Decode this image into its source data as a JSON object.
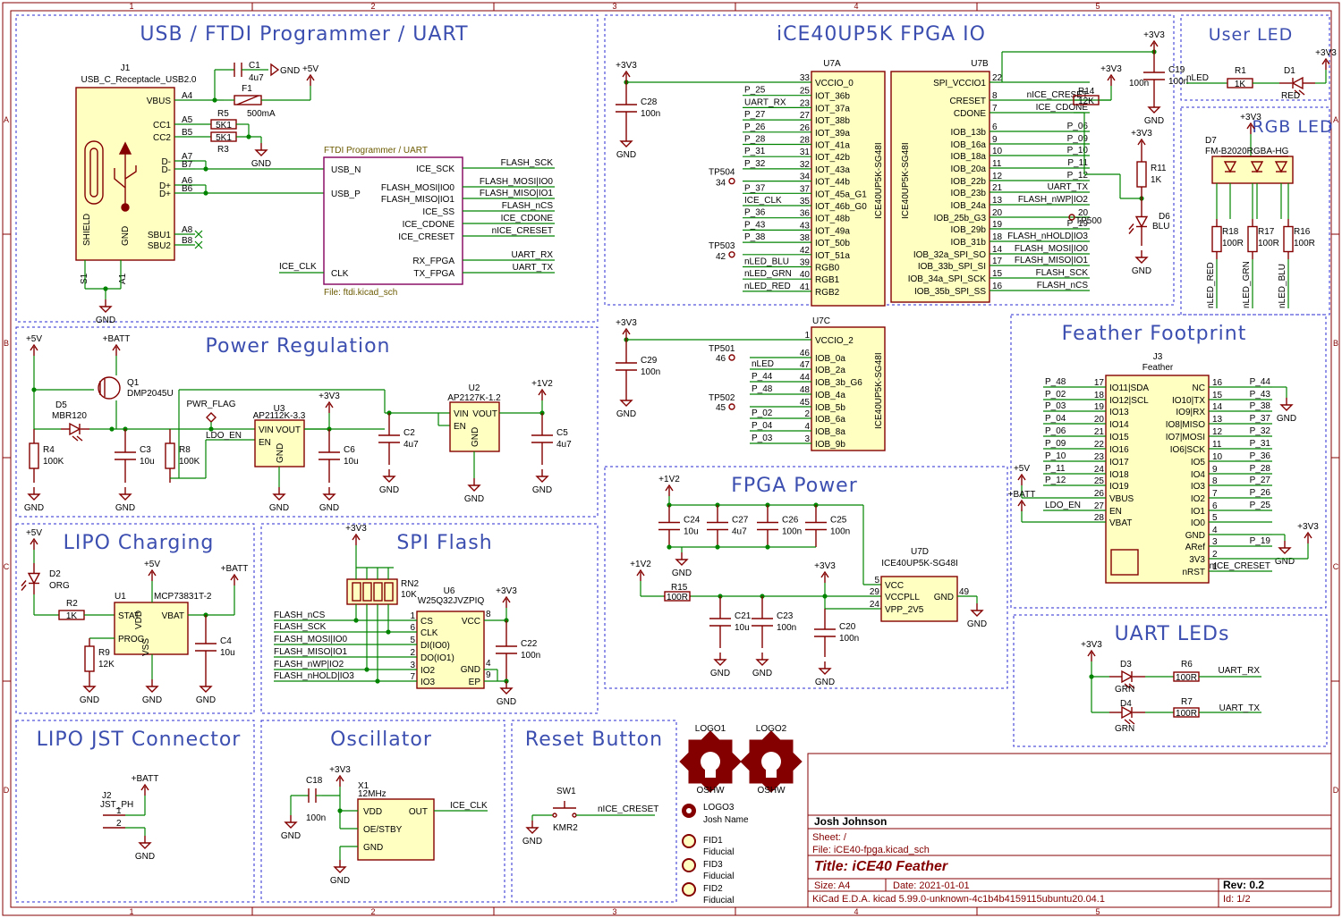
{
  "sections": {
    "usb": "USB / FTDI Programmer / UART",
    "fpga_io": "iCE40UP5K FPGA IO",
    "user_led": "User LED",
    "rgb_led": "RGB LED",
    "power": "Power Regulation",
    "feather": "Feather Footprint",
    "fpga_power": "FPGA Power",
    "lipo": "LIPO Charging",
    "spi": "SPI Flash",
    "uart_leds": "UART LEDs",
    "jst": "LIPO JST Connector",
    "osc": "Oscillator",
    "reset": "Reset Button"
  },
  "frame_cols": [
    "1",
    "2",
    "3",
    "4",
    "5"
  ],
  "frame_rows": [
    "A",
    "B",
    "C",
    "D"
  ],
  "usb": {
    "j1_ref": "J1",
    "j1_val": "USB_C_Receptacle_USB2.0",
    "pins_left": [
      "VBUS",
      "CC1",
      "CC2",
      "D-",
      "D-",
      "D+",
      "D+",
      "SBU1",
      "SBU2"
    ],
    "pins_num": [
      "A4",
      "A5",
      "B5",
      "A7",
      "B7",
      "A6",
      "B6",
      "A8",
      "B8"
    ],
    "shield": "SHIELD",
    "gnd": "GND",
    "s1": "S1",
    "a1": "A1",
    "c1": "C1",
    "c1v": "4u7",
    "f1": "F1",
    "f1v": "500mA",
    "r5": "R5",
    "r3": "R3",
    "r5v": "5K1",
    "r3v": "5K1",
    "sheet_title": "FTDI Programmer / UART",
    "sheet_file": "File: ftdi.kicad_sch",
    "sheet_left": [
      "USB_N",
      "USB_P",
      "CLK"
    ],
    "sheet_right": [
      "ICE_SCK",
      "FLASH_MOSI|IO0",
      "FLASH_MISO|IO1",
      "ICE_SS",
      "ICE_CDONE",
      "ICE_CRESET",
      "RX_FPGA",
      "TX_FPGA"
    ],
    "nets_right": [
      "FLASH_SCK",
      "FLASH_MOSI|IO0",
      "FLASH_MISO|IO1",
      "FLASH_nCS",
      "ICE_CDONE",
      "nICE_CRESET",
      "UART_RX",
      "UART_TX"
    ],
    "ice_clk": "ICE_CLK",
    "plus5v": "+5V",
    "gnd_label": "GND"
  },
  "u7a": {
    "ref": "U7A",
    "side": "ICE40UP5K-SG48I",
    "pins": [
      "VCCIO_0",
      "IOT_36b",
      "IOT_37a",
      "IOT_38b",
      "IOT_39a",
      "IOT_41a",
      "IOT_42b",
      "IOT_43a",
      "IOT_44b",
      "IOT_45a_G1",
      "IOT_46b_G0",
      "IOT_48b",
      "IOT_49a",
      "IOT_50b",
      "IOT_51a",
      "RGB0",
      "RGB1",
      "RGB2"
    ],
    "nums": [
      "33",
      "25",
      "23",
      "27",
      "26",
      "28",
      "31",
      "32",
      "34",
      "37",
      "35",
      "36",
      "43",
      "38",
      "42",
      "39",
      "40",
      "41"
    ],
    "nets": [
      "",
      "P_25",
      "UART_RX",
      "P_27",
      "P_26",
      "P_28",
      "P_31",
      "P_32",
      "",
      "P_37",
      "ICE_CLK",
      "P_36",
      "P_43",
      "P_38",
      "",
      "nLED_BLU",
      "nLED_GRN",
      "nLED_RED"
    ],
    "tp504": "TP504",
    "tp504n": "34",
    "tp503": "TP503",
    "tp503n": "42",
    "c28": "C28",
    "c28v": "100n",
    "p3v3": "+3V3"
  },
  "u7b": {
    "ref": "U7B",
    "side": "ICE40UP5K-SG48I",
    "pins": [
      "SPI_VCCIO1",
      "CRESET",
      "CDONE",
      "IOB_13b",
      "IOB_16a",
      "IOB_18a",
      "IOB_20a",
      "IOB_22b",
      "IOB_23b",
      "IOB_24a",
      "IOB_25b_G3",
      "IOB_29b",
      "IOB_31b",
      "IOB_32a_SPI_SO",
      "IOB_33b_SPI_SI",
      "IOB_34a_SPI_SCK",
      "IOB_35b_SPI_SS"
    ],
    "nums": [
      "22",
      "8",
      "7",
      "6",
      "9",
      "10",
      "11",
      "12",
      "21",
      "13",
      "20",
      "19",
      "18",
      "14",
      "17",
      "15",
      "16"
    ],
    "nets": [
      "",
      "nICE_CRESET",
      "ICE_CDONE",
      "P_06",
      "P_09",
      "P_10",
      "P_11",
      "P_12",
      "UART_TX",
      "FLASH_nWP|IO2",
      "",
      "P_19",
      "FLASH_nHOLD|IO3",
      "FLASH_MOSI|IO0",
      "FLASH_MISO|IO1",
      "FLASH_SCK",
      "FLASH_nCS"
    ],
    "tp500": "TP500",
    "tp500n": "20",
    "c19": "C19",
    "c19v": "100n",
    "r14": "R14",
    "r14v": "12K",
    "r11": "R11",
    "r11v": "1K",
    "d6": "D6",
    "d6v": "BLU"
  },
  "u7c": {
    "ref": "U7C",
    "side": "ICE40UP5K-SG48I",
    "pins": [
      "VCCIO_2",
      "IOB_0a",
      "IOB_2a",
      "IOB_3b_G6",
      "IOB_4a",
      "IOB_5b",
      "IOB_6a",
      "IOB_8a",
      "IOB_9b"
    ],
    "nums": [
      "1",
      "46",
      "47",
      "44",
      "48",
      "45",
      "2",
      "4",
      "3"
    ],
    "nets": [
      "",
      "",
      "nLED",
      "P_44",
      "P_48",
      "",
      "P_02",
      "P_04",
      "P_03"
    ],
    "tp501": "TP501",
    "tp501n": "46",
    "tp502": "TP502",
    "tp502n": "45",
    "c29": "C29",
    "c29v": "100n"
  },
  "user_led": {
    "net": "nLED",
    "r1": "R1",
    "r1v": "1K",
    "d1": "D1",
    "d1v": "RED",
    "p3v3": "+3V3"
  },
  "rgb": {
    "d7": "D7",
    "d7v": "FM-B2020RGBA-HG",
    "p3v3": "+3V3",
    "r18": "R18",
    "r17": "R17",
    "r16": "R16",
    "rv": "100R",
    "nets": [
      "nLED_RED",
      "nLED_GRN",
      "nLED_BLU"
    ]
  },
  "power": {
    "q1": "Q1",
    "q1v": "DMP2045U",
    "d5": "D5",
    "d5v": "MBR120",
    "r4": "R4",
    "r4v": "100K",
    "c3": "C3",
    "c3v": "10u",
    "r8": "R8",
    "r8v": "100K",
    "pwr_flag": "PWR_FLAG",
    "ldo_en": "LDO_EN",
    "u3": "U3",
    "u3v": "AP2112K-3.3",
    "vin": "VIN",
    "vout": "VOUT",
    "en": "EN",
    "gnd": "GND",
    "c6": "C6",
    "c6v": "10u",
    "c2": "C2",
    "c2v": "4u7",
    "u2": "U2",
    "u2v": "AP2127K-1.2",
    "c5": "C5",
    "c5v": "4u7",
    "p5v": "+5V",
    "pbatt": "+BATT",
    "p3v3": "+3V3",
    "p1v2": "+1V2"
  },
  "feather": {
    "ref": "J3",
    "val": "Feather",
    "left_nets": [
      "P_48",
      "P_02",
      "P_03",
      "P_04",
      "P_06",
      "P_09",
      "P_10",
      "P_11",
      "P_12",
      "",
      "LDO_EN",
      ""
    ],
    "left_nums": [
      "17",
      "18",
      "19",
      "20",
      "21",
      "22",
      "23",
      "24",
      "25",
      "26",
      "27",
      "28"
    ],
    "left_pins": [
      "IO11|SDA",
      "IO12|SCL",
      "IO13",
      "IO14",
      "IO15",
      "IO16",
      "IO17",
      "IO18",
      "IO19",
      "VBUS",
      "EN",
      "VBAT"
    ],
    "right_pins": [
      "NC",
      "IO10|TX",
      "IO9|RX",
      "IO8|MISO",
      "IO7|MOSI",
      "IO6|SCK",
      "IO5",
      "IO4",
      "IO3",
      "IO2",
      "IO1",
      "IO0",
      "GND",
      "ARef",
      "3V3",
      "nRST"
    ],
    "right_nums": [
      "16",
      "15",
      "14",
      "13",
      "12",
      "11",
      "10",
      "9",
      "8",
      "7",
      "6",
      "5",
      "4",
      "3",
      "2",
      "1"
    ],
    "right_nets": [
      "P_44",
      "P_43",
      "P_38",
      "P_37",
      "P_32",
      "P_31",
      "P_36",
      "P_28",
      "P_27",
      "P_26",
      "P_25",
      "",
      "",
      "P_19",
      "",
      "nICE_CRESET"
    ],
    "p5v": "+5V",
    "pbatt": "+BATT",
    "gnd": "GND",
    "p3v3": "+3V3"
  },
  "fpga_power": {
    "p1v2": "+1V2",
    "p3v3": "+3V3",
    "caps": [
      [
        "C24",
        "10u"
      ],
      [
        "C27",
        "4u7"
      ],
      [
        "C26",
        "100n"
      ],
      [
        "C25",
        "100n"
      ]
    ],
    "r15": "R15",
    "r15v": "100R",
    "c21": "C21",
    "c21v": "10u",
    "c23": "C23",
    "c23v": "100n",
    "c20": "C20",
    "c20v": "100n",
    "u7d": "U7D",
    "u7dv": "ICE40UP5K-SG48I",
    "pins": [
      "VCC",
      "VCCPLL",
      "VPP_2V5",
      "GND"
    ],
    "nums": [
      "5",
      "29",
      "24",
      "49"
    ],
    "gnd": "GND"
  },
  "lipo": {
    "d2": "D2",
    "d2v": "ORG",
    "r2": "R2",
    "r2v": "1K",
    "u1": "U1",
    "u1v": "MCP73831T-2",
    "pins": [
      "STAT",
      "VDD",
      "VBAT",
      "PROG",
      "VSS"
    ],
    "r9": "R9",
    "r9v": "12K",
    "c4": "C4",
    "c4v": "10u",
    "p5v": "+5V",
    "pbatt": "+BATT",
    "gnd": "GND"
  },
  "spi": {
    "p3v3": "+3V3",
    "rn2": "RN2",
    "rn2v": "10K",
    "u6": "U6",
    "u6v": "W25Q32JVZPIQ",
    "nets": [
      "FLASH_nCS",
      "FLASH_SCK",
      "FLASH_MOSI|IO0",
      "FLASH_MISO|IO1",
      "FLASH_nWP|IO2",
      "FLASH_nHOLD|IO3"
    ],
    "pins_left": [
      "CS",
      "CLK",
      "DI(IO0)",
      "DO(IO1)",
      "IO2",
      "IO3"
    ],
    "nums_left": [
      "1",
      "6",
      "5",
      "2",
      "3",
      "7"
    ],
    "pins_right": [
      "VCC",
      "GND",
      "EP"
    ],
    "nums_right": [
      "8",
      "4",
      "9"
    ],
    "c22": "C22",
    "c22v": "100n"
  },
  "uart_leds": {
    "p3v3": "+3V3",
    "d3": "D3",
    "d4": "D4",
    "dv": "GRN",
    "r6": "R6",
    "r7": "R7",
    "rv": "100R",
    "net1": "UART_RX",
    "net2": "UART_TX"
  },
  "jst": {
    "j2": "J2",
    "j2v": "JST_PH",
    "pbatt": "+BATT",
    "gnd": "GND"
  },
  "osc": {
    "c18": "C18",
    "c18v": "100n",
    "x1": "X1",
    "x1v": "12MHz",
    "p3v3": "+3V3",
    "pins": [
      "VDD",
      "OE/STBY",
      "GND",
      "OUT"
    ],
    "net": "ICE_CLK",
    "gnd": "GND"
  },
  "reset": {
    "sw1": "SW1",
    "sw1v": "KMR2",
    "net": "nICE_CRESET",
    "gnd": "GND"
  },
  "logos": {
    "logo1": "LOGO1",
    "logo2": "LOGO2",
    "oshw": "OSHW",
    "logo3": "LOGO3",
    "logo3v": "Josh Name",
    "fid1": "FID1",
    "fid2": "FID2",
    "fid3": "FID3",
    "fidv": "Fiducial"
  },
  "title_block": {
    "company": "Josh Johnson",
    "sheet": "Sheet: /",
    "file": "File: iCE40-fpga.kicad_sch",
    "title": "Title: iCE40 Feather",
    "size": "Size: A4",
    "date": "Date: 2021-01-01",
    "rev": "Rev: 0.2",
    "tool": "KiCad E.D.A.  kicad 5.99.0-unknown-4c1b4b4159115ubuntu20.04.1",
    "id": "Id: 1/2"
  }
}
